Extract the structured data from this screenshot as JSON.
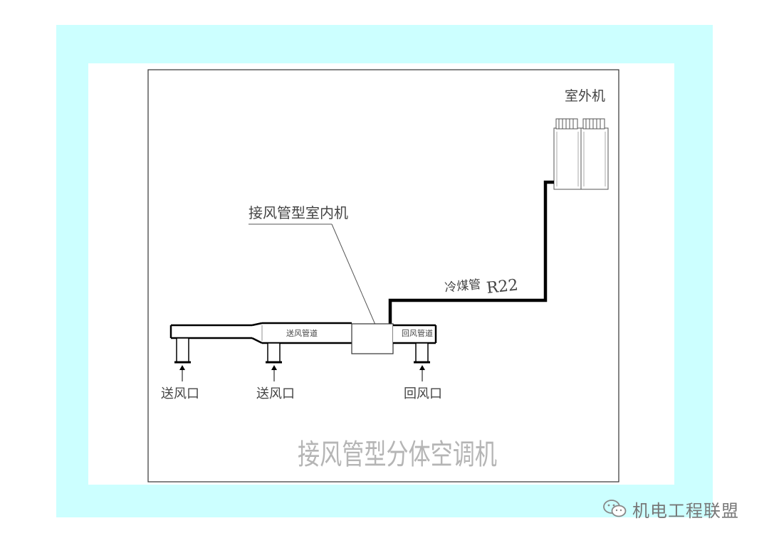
{
  "labels": {
    "outdoor_unit": "室外机",
    "indoor_unit": "接风管型室内机",
    "refrigerant_pipe": "冷煤管",
    "refrigerant_type": "R22",
    "supply_duct": "送风管道",
    "return_duct": "回风管道",
    "supply_outlet_1": "送风口",
    "supply_outlet_2": "送风口",
    "return_inlet": "回风口",
    "title": "接风管型分体空调机"
  },
  "watermark": {
    "text": "机电工程联盟",
    "icon": "wechat-icon"
  },
  "colors": {
    "slide_background": "#ccffff",
    "line": "#000000",
    "title_text": "#b5b5b5"
  }
}
